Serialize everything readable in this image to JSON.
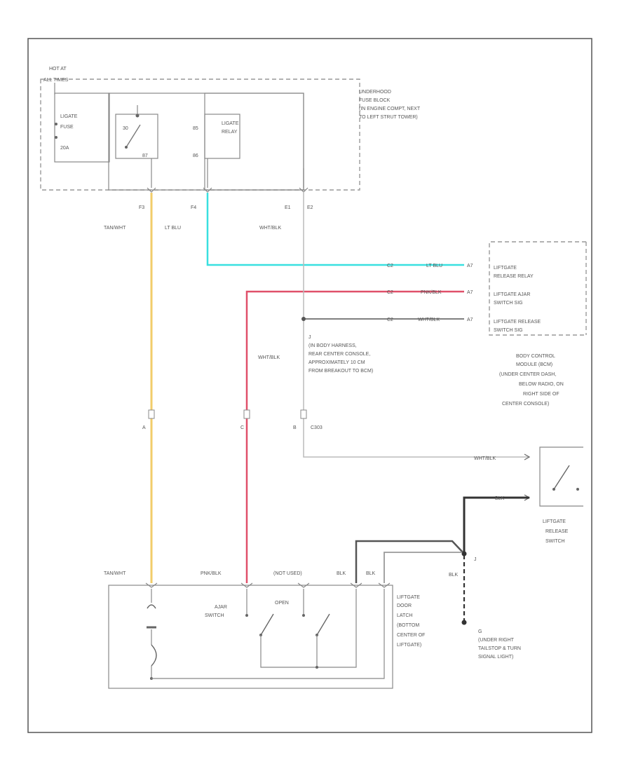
{
  "hot_at_all_times": [
    "HOT AT",
    "ALL TIMES"
  ],
  "underhood_fuse_block": [
    "UNDERHOOD",
    "FUSE BLOCK",
    "(IN ENGINE COMPT, NEXT",
    "TO LEFT STRUT TOWER)"
  ],
  "fuse_label": [
    "LIGATE",
    "FUSE",
    "20A"
  ],
  "relay_label": [
    "LIGATE",
    "RELAY"
  ],
  "relay_pins": {
    "c1": "30",
    "c2": "87",
    "c3": "85",
    "c4": "86"
  },
  "fuse_pins": {
    "f3": "F3",
    "f4": "F4",
    "e1": "E1",
    "e2": "E2"
  },
  "wire_colors": {
    "tan_wht": "TAN/WHT",
    "lt_blu": "LT BLU",
    "wht_blk": "WHT/BLK",
    "pnk_blk": "PNK/BLK",
    "blk": "BLK",
    "not_used": "(NOT USED)"
  },
  "bcm_circuits": [
    {
      "num": "C2",
      "wire": "LT BLU",
      "pin": "A7",
      "label": [
        "LIFTGATE",
        "RELEASE RELAY"
      ]
    },
    {
      "num": "C2",
      "wire": "PNK/BLK",
      "pin": "A7",
      "label": [
        "LIFTGATE AJAR",
        "SWITCH SIG"
      ]
    },
    {
      "num": "C2",
      "wire": "WHT/BLK",
      "pin": "A7",
      "label": [
        "LIFTGATE RELEASE",
        "SWITCH SIG"
      ]
    }
  ],
  "bcm": [
    "BODY CONTROL",
    "MODULE (BCM)",
    "(UNDER CENTER DASH,",
    "BELOW RADIO, ON",
    "RIGHT SIDE OF",
    "CENTER CONSOLE)"
  ],
  "splice": [
    "J",
    "(IN BODY HARNESS,",
    "REAR CENTER CONSOLE,",
    "APPROXIMATELY 10 CM",
    "FROM BREAKOUT TO BCM)"
  ],
  "connector_pins": {
    "a": "A",
    "c": "C",
    "b": "B"
  },
  "connector_num": "C303",
  "release_switch": [
    "LIFTGATE",
    "RELEASE",
    "SWITCH"
  ],
  "ground_splice": "J",
  "ground": [
    "G",
    "(UNDER RIGHT",
    "TAILSTOP & TURN",
    "SIGNAL LIGHT)"
  ],
  "latch_labels": {
    "ajar": [
      "AJAR",
      "SWITCH"
    ],
    "open": "OPEN"
  },
  "latch": [
    "LIFTGATE",
    "DOOR",
    "LATCH",
    "(BOTTOM",
    "CENTER OF",
    "LIFTGATE)"
  ],
  "colors": {
    "tan": "#f2cc6a",
    "blue": "#39e0e0",
    "pink": "#e0506a",
    "line": "#bbbbbb",
    "dark": "#555555",
    "black": "#333333"
  }
}
